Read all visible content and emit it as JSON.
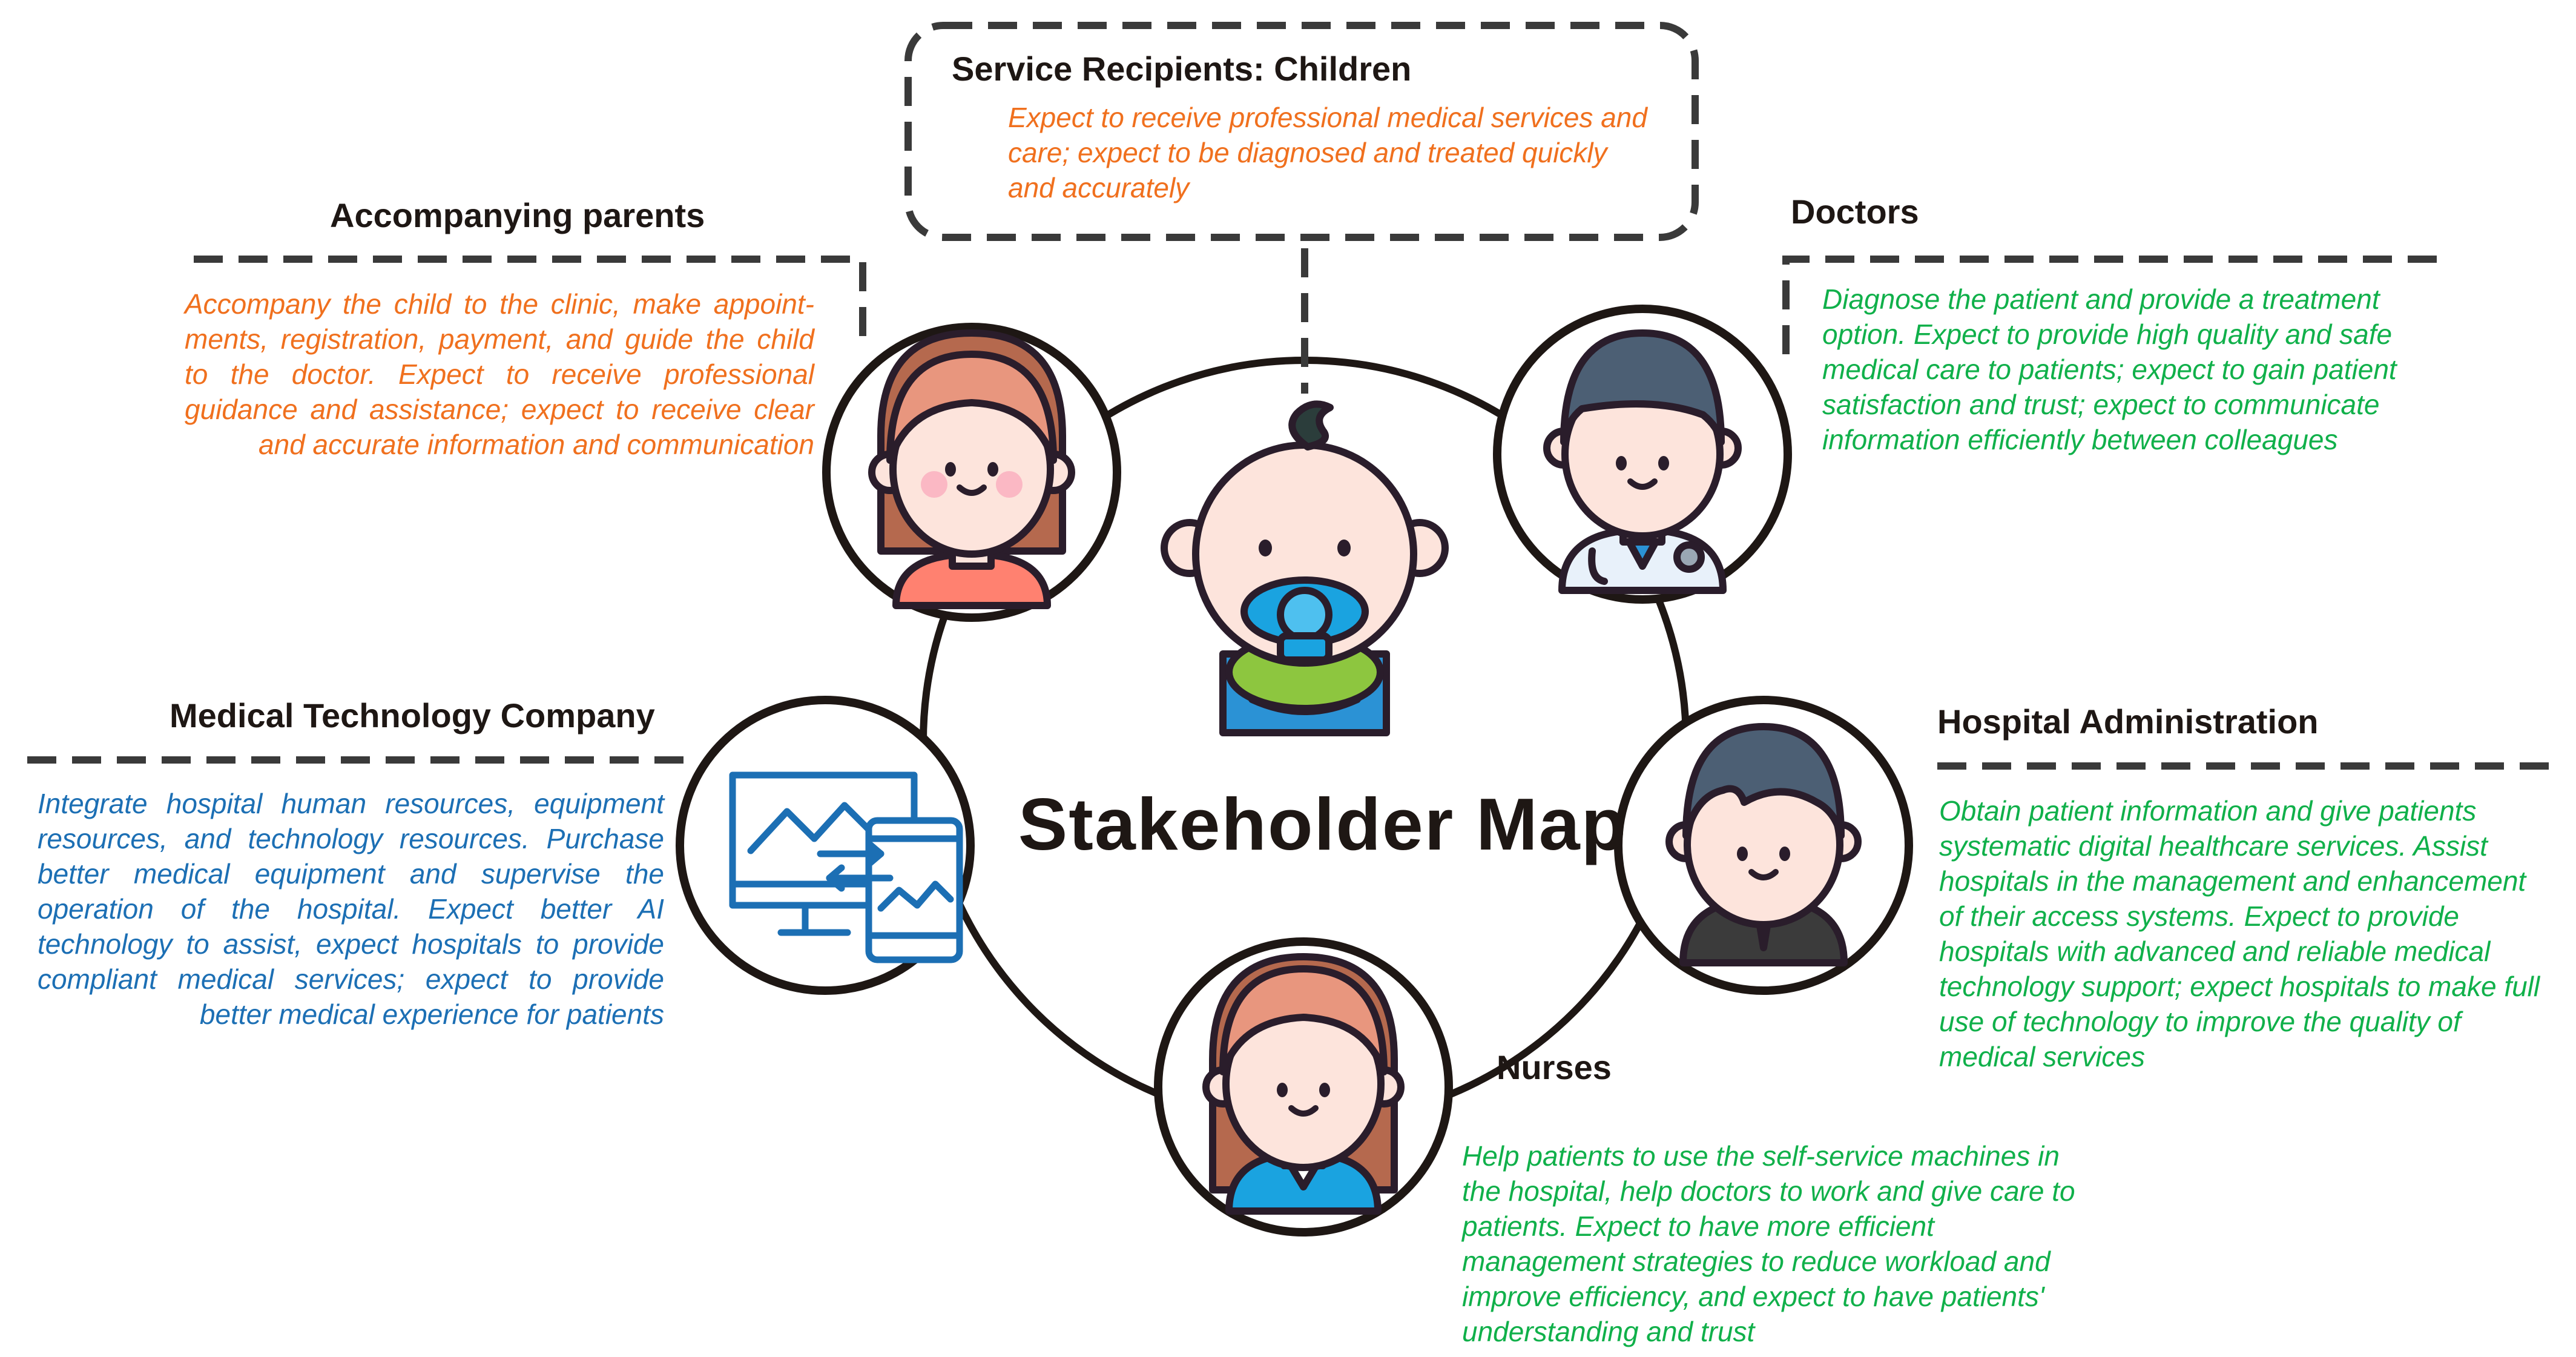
{
  "center_title": "Stakeholder Map",
  "stakeholders": {
    "children": {
      "label": "Service Recipients: Children",
      "description": "Expect to receive professional medical services and care; expect to be diagnosed and treated quickly and accurately"
    },
    "parents": {
      "label": "Accompanying parents",
      "description": "Accompany the child to the clinic, make appoint-ments, registration, payment, and guide the child to the doctor. Expect to receive professional guidance and assistance; expect to receive clear and accurate information and communication"
    },
    "doctors": {
      "label": "Doctors",
      "description": "Diagnose the patient and provide a treatment option. Expect to provide high quality and safe medical care to patients; expect to gain patient satisfaction and trust; expect to communicate information efficiently between colleagues"
    },
    "medtech": {
      "label": "Medical Technology Company",
      "description": "Integrate hospital human resources, equipment resources, and technology resources. Purchase better medical equipment and supervise the operation of the hospital. Expect better AI technology to assist, expect hospitals to provide compliant medical services; expect to provide better medical experience for patients"
    },
    "admin": {
      "label": "Hospital Administration",
      "description": "Obtain patient information and give patients systematic digital healthcare services. Assist hospitals in the management and enhancement of their access systems. Expect to provide hospitals with advanced and reliable medical technology support; expect hospitals to make full use of technology to improve the quality of medical services"
    },
    "nurses": {
      "label": "Nurses",
      "description": "Help patients to use the self-service machines in the hospital, help doctors to work and give care to patients. Expect to have more efficient management strategies to reduce workload and improve efficiency, and expect to have patients' understanding and trust"
    }
  },
  "colors": {
    "outline": "#2a1d2b",
    "expectation_orange": "#f0701e",
    "expectation_green": "#10b04a",
    "expectation_blue": "#1c6fb4",
    "dashed_line": "#3a3a3a"
  },
  "icons": [
    "baby-icon",
    "mother-icon",
    "doctor-icon",
    "medtech-devices-icon",
    "administrator-icon",
    "nurse-icon"
  ]
}
